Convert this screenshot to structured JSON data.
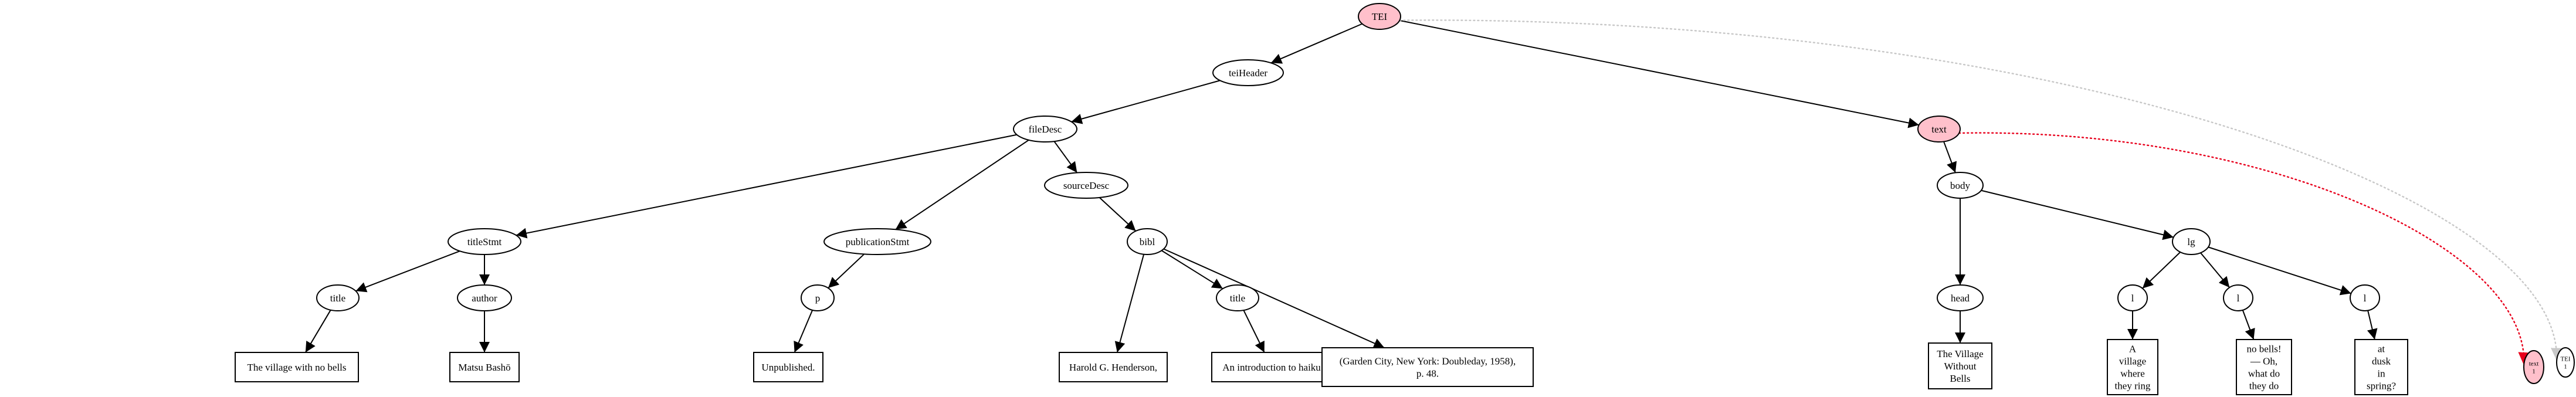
{
  "diagram": {
    "type": "tree",
    "nodes": [
      {
        "id": "tei",
        "label": "TEI",
        "shape": "ellipse",
        "fill": "#ffc0cb"
      },
      {
        "id": "teiheader",
        "label": "teiHeader",
        "shape": "ellipse",
        "fill": "#ffffff"
      },
      {
        "id": "text",
        "label": "text",
        "shape": "ellipse",
        "fill": "#ffc0cb"
      },
      {
        "id": "filedesc",
        "label": "fileDesc",
        "shape": "ellipse",
        "fill": "#ffffff"
      },
      {
        "id": "titlestmt",
        "label": "titleStmt",
        "shape": "ellipse",
        "fill": "#ffffff"
      },
      {
        "id": "publicationstmt",
        "label": "publicationStmt",
        "shape": "ellipse",
        "fill": "#ffffff"
      },
      {
        "id": "sourcedesc",
        "label": "sourceDesc",
        "shape": "ellipse",
        "fill": "#ffffff"
      },
      {
        "id": "title1",
        "label": "title",
        "shape": "ellipse",
        "fill": "#ffffff"
      },
      {
        "id": "author",
        "label": "author",
        "shape": "ellipse",
        "fill": "#ffffff"
      },
      {
        "id": "p",
        "label": "p",
        "shape": "ellipse",
        "fill": "#ffffff"
      },
      {
        "id": "bibl",
        "label": "bibl",
        "shape": "ellipse",
        "fill": "#ffffff"
      },
      {
        "id": "title2",
        "label": "title",
        "shape": "ellipse",
        "fill": "#ffffff"
      },
      {
        "id": "body",
        "label": "body",
        "shape": "ellipse",
        "fill": "#ffffff"
      },
      {
        "id": "head",
        "label": "head",
        "shape": "ellipse",
        "fill": "#ffffff"
      },
      {
        "id": "lg",
        "label": "lg",
        "shape": "ellipse",
        "fill": "#ffffff"
      },
      {
        "id": "l1",
        "label": "l",
        "shape": "ellipse",
        "fill": "#ffffff"
      },
      {
        "id": "l2",
        "label": "l",
        "shape": "ellipse",
        "fill": "#ffffff"
      },
      {
        "id": "l3",
        "label": "l",
        "shape": "ellipse",
        "fill": "#ffffff"
      },
      {
        "id": "tv1",
        "label": "The village with no bells",
        "shape": "box",
        "fill": "#ffffff"
      },
      {
        "id": "tv2",
        "label": "Matsu Bashō",
        "shape": "box",
        "fill": "#ffffff"
      },
      {
        "id": "tv3",
        "label": "Unpublished.",
        "shape": "box",
        "fill": "#ffffff"
      },
      {
        "id": "tv4",
        "label": "Harold G. Henderson,",
        "shape": "box",
        "fill": "#ffffff"
      },
      {
        "id": "tv5",
        "label": "An introduction to haiku",
        "shape": "box",
        "fill": "#ffffff"
      },
      {
        "id": "tv6",
        "label": "(Garden City, New York: Doubleday, 1958),\np. 48.",
        "shape": "box",
        "fill": "#ffffff"
      },
      {
        "id": "tv7",
        "label": "The Village\nWithout\nBells",
        "shape": "box",
        "fill": "#ffffff"
      },
      {
        "id": "tv8",
        "label": "A\nvillage\nwhere\nthey ring",
        "shape": "box",
        "fill": "#ffffff"
      },
      {
        "id": "tv9",
        "label": "no bells!\n— Oh,\nwhat do\nthey do",
        "shape": "box",
        "fill": "#ffffff"
      },
      {
        "id": "tv10",
        "label": "at\ndusk\nin\nspring?",
        "shape": "box",
        "fill": "#ffffff"
      },
      {
        "id": "textref",
        "label": "text\n1",
        "shape": "ellipse",
        "fill": "#ffc0cb"
      },
      {
        "id": "teiref",
        "label": "TEI\n1",
        "shape": "ellipse",
        "fill": "#ffffff"
      }
    ],
    "edges": [
      {
        "from": "tei",
        "to": "teiheader",
        "style": "solid",
        "color": "#000000"
      },
      {
        "from": "tei",
        "to": "text",
        "style": "solid",
        "color": "#000000"
      },
      {
        "from": "teiheader",
        "to": "filedesc",
        "style": "solid",
        "color": "#000000"
      },
      {
        "from": "filedesc",
        "to": "titlestmt",
        "style": "solid",
        "color": "#000000"
      },
      {
        "from": "filedesc",
        "to": "publicationstmt",
        "style": "solid",
        "color": "#000000"
      },
      {
        "from": "filedesc",
        "to": "sourcedesc",
        "style": "solid",
        "color": "#000000"
      },
      {
        "from": "titlestmt",
        "to": "title1",
        "style": "solid",
        "color": "#000000"
      },
      {
        "from": "titlestmt",
        "to": "author",
        "style": "solid",
        "color": "#000000"
      },
      {
        "from": "title1",
        "to": "tv1",
        "style": "solid",
        "color": "#000000"
      },
      {
        "from": "author",
        "to": "tv2",
        "style": "solid",
        "color": "#000000"
      },
      {
        "from": "publicationstmt",
        "to": "p",
        "style": "solid",
        "color": "#000000"
      },
      {
        "from": "p",
        "to": "tv3",
        "style": "solid",
        "color": "#000000"
      },
      {
        "from": "sourcedesc",
        "to": "bibl",
        "style": "solid",
        "color": "#000000"
      },
      {
        "from": "bibl",
        "to": "tv4",
        "style": "solid",
        "color": "#000000"
      },
      {
        "from": "bibl",
        "to": "title2",
        "style": "solid",
        "color": "#000000"
      },
      {
        "from": "bibl",
        "to": "tv6",
        "style": "solid",
        "color": "#000000"
      },
      {
        "from": "title2",
        "to": "tv5",
        "style": "solid",
        "color": "#000000"
      },
      {
        "from": "text",
        "to": "body",
        "style": "solid",
        "color": "#000000"
      },
      {
        "from": "body",
        "to": "head",
        "style": "solid",
        "color": "#000000"
      },
      {
        "from": "body",
        "to": "lg",
        "style": "solid",
        "color": "#000000"
      },
      {
        "from": "head",
        "to": "tv7",
        "style": "solid",
        "color": "#000000"
      },
      {
        "from": "lg",
        "to": "l1",
        "style": "solid",
        "color": "#000000"
      },
      {
        "from": "lg",
        "to": "l2",
        "style": "solid",
        "color": "#000000"
      },
      {
        "from": "lg",
        "to": "l3",
        "style": "solid",
        "color": "#000000"
      },
      {
        "from": "l1",
        "to": "tv8",
        "style": "solid",
        "color": "#000000"
      },
      {
        "from": "l2",
        "to": "tv9",
        "style": "solid",
        "color": "#000000"
      },
      {
        "from": "l3",
        "to": "tv10",
        "style": "solid",
        "color": "#000000"
      },
      {
        "from": "text",
        "to": "textref",
        "style": "dotted",
        "color": "#e8001c"
      },
      {
        "from": "tei",
        "to": "teiref",
        "style": "dotted",
        "color": "#c8c8c8"
      }
    ]
  }
}
